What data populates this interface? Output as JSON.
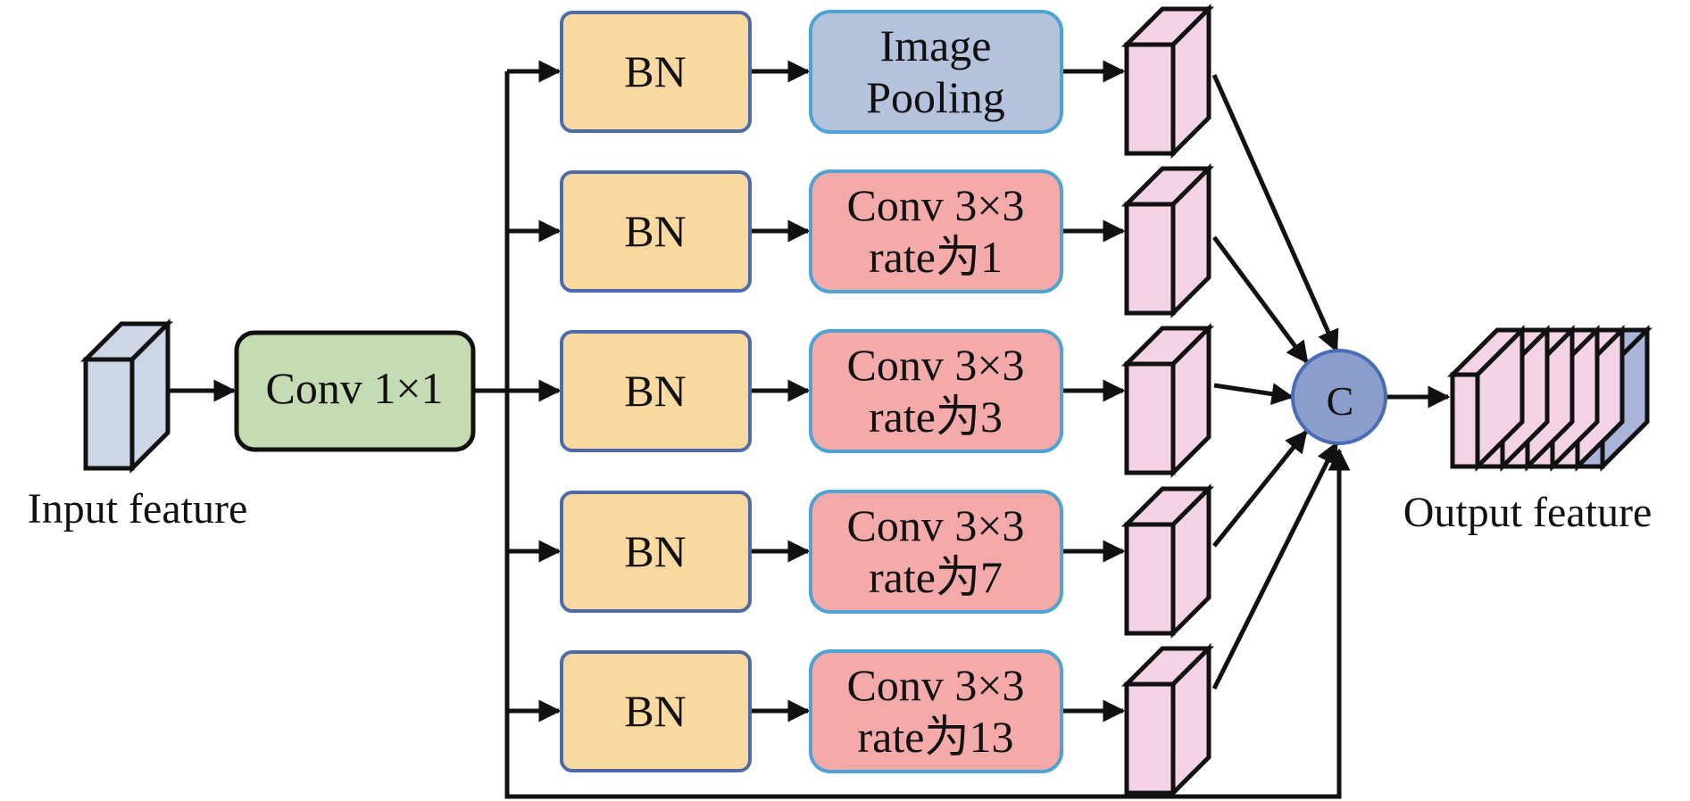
{
  "input_label": "Input feature",
  "output_label": "Output feature",
  "conv1x1_label": "Conv 1×1",
  "concat_label": "C",
  "branches": [
    {
      "bn_label": "BN",
      "op_lines": [
        "Image",
        "Pooling"
      ],
      "op_kind": "pool"
    },
    {
      "bn_label": "BN",
      "op_lines": [
        "Conv 3×3",
        "rate为1"
      ],
      "op_kind": "conv"
    },
    {
      "bn_label": "BN",
      "op_lines": [
        "Conv 3×3",
        "rate为3"
      ],
      "op_kind": "conv"
    },
    {
      "bn_label": "BN",
      "op_lines": [
        "Conv 3×3",
        "rate为7"
      ],
      "op_kind": "conv"
    },
    {
      "bn_label": "BN",
      "op_lines": [
        "Conv 3×3",
        "rate为13"
      ],
      "op_kind": "conv"
    }
  ],
  "colors": {
    "input_cube": "#cdd5e6",
    "conv1x1_fill": "#c5dbb3",
    "bn_fill": "#fad9a0",
    "bn_stroke": "#4f6aa8",
    "pool_fill": "#b5c2dc",
    "conv_fill": "#f5aaaa",
    "op_stroke": "#4ea3d4",
    "feature_cube": "#f5d3e6",
    "concat_fill": "#8b9dcb",
    "concat_stroke": "#4a6bb5",
    "output_last_slab": "#a9b4d8",
    "line": "#111111"
  }
}
